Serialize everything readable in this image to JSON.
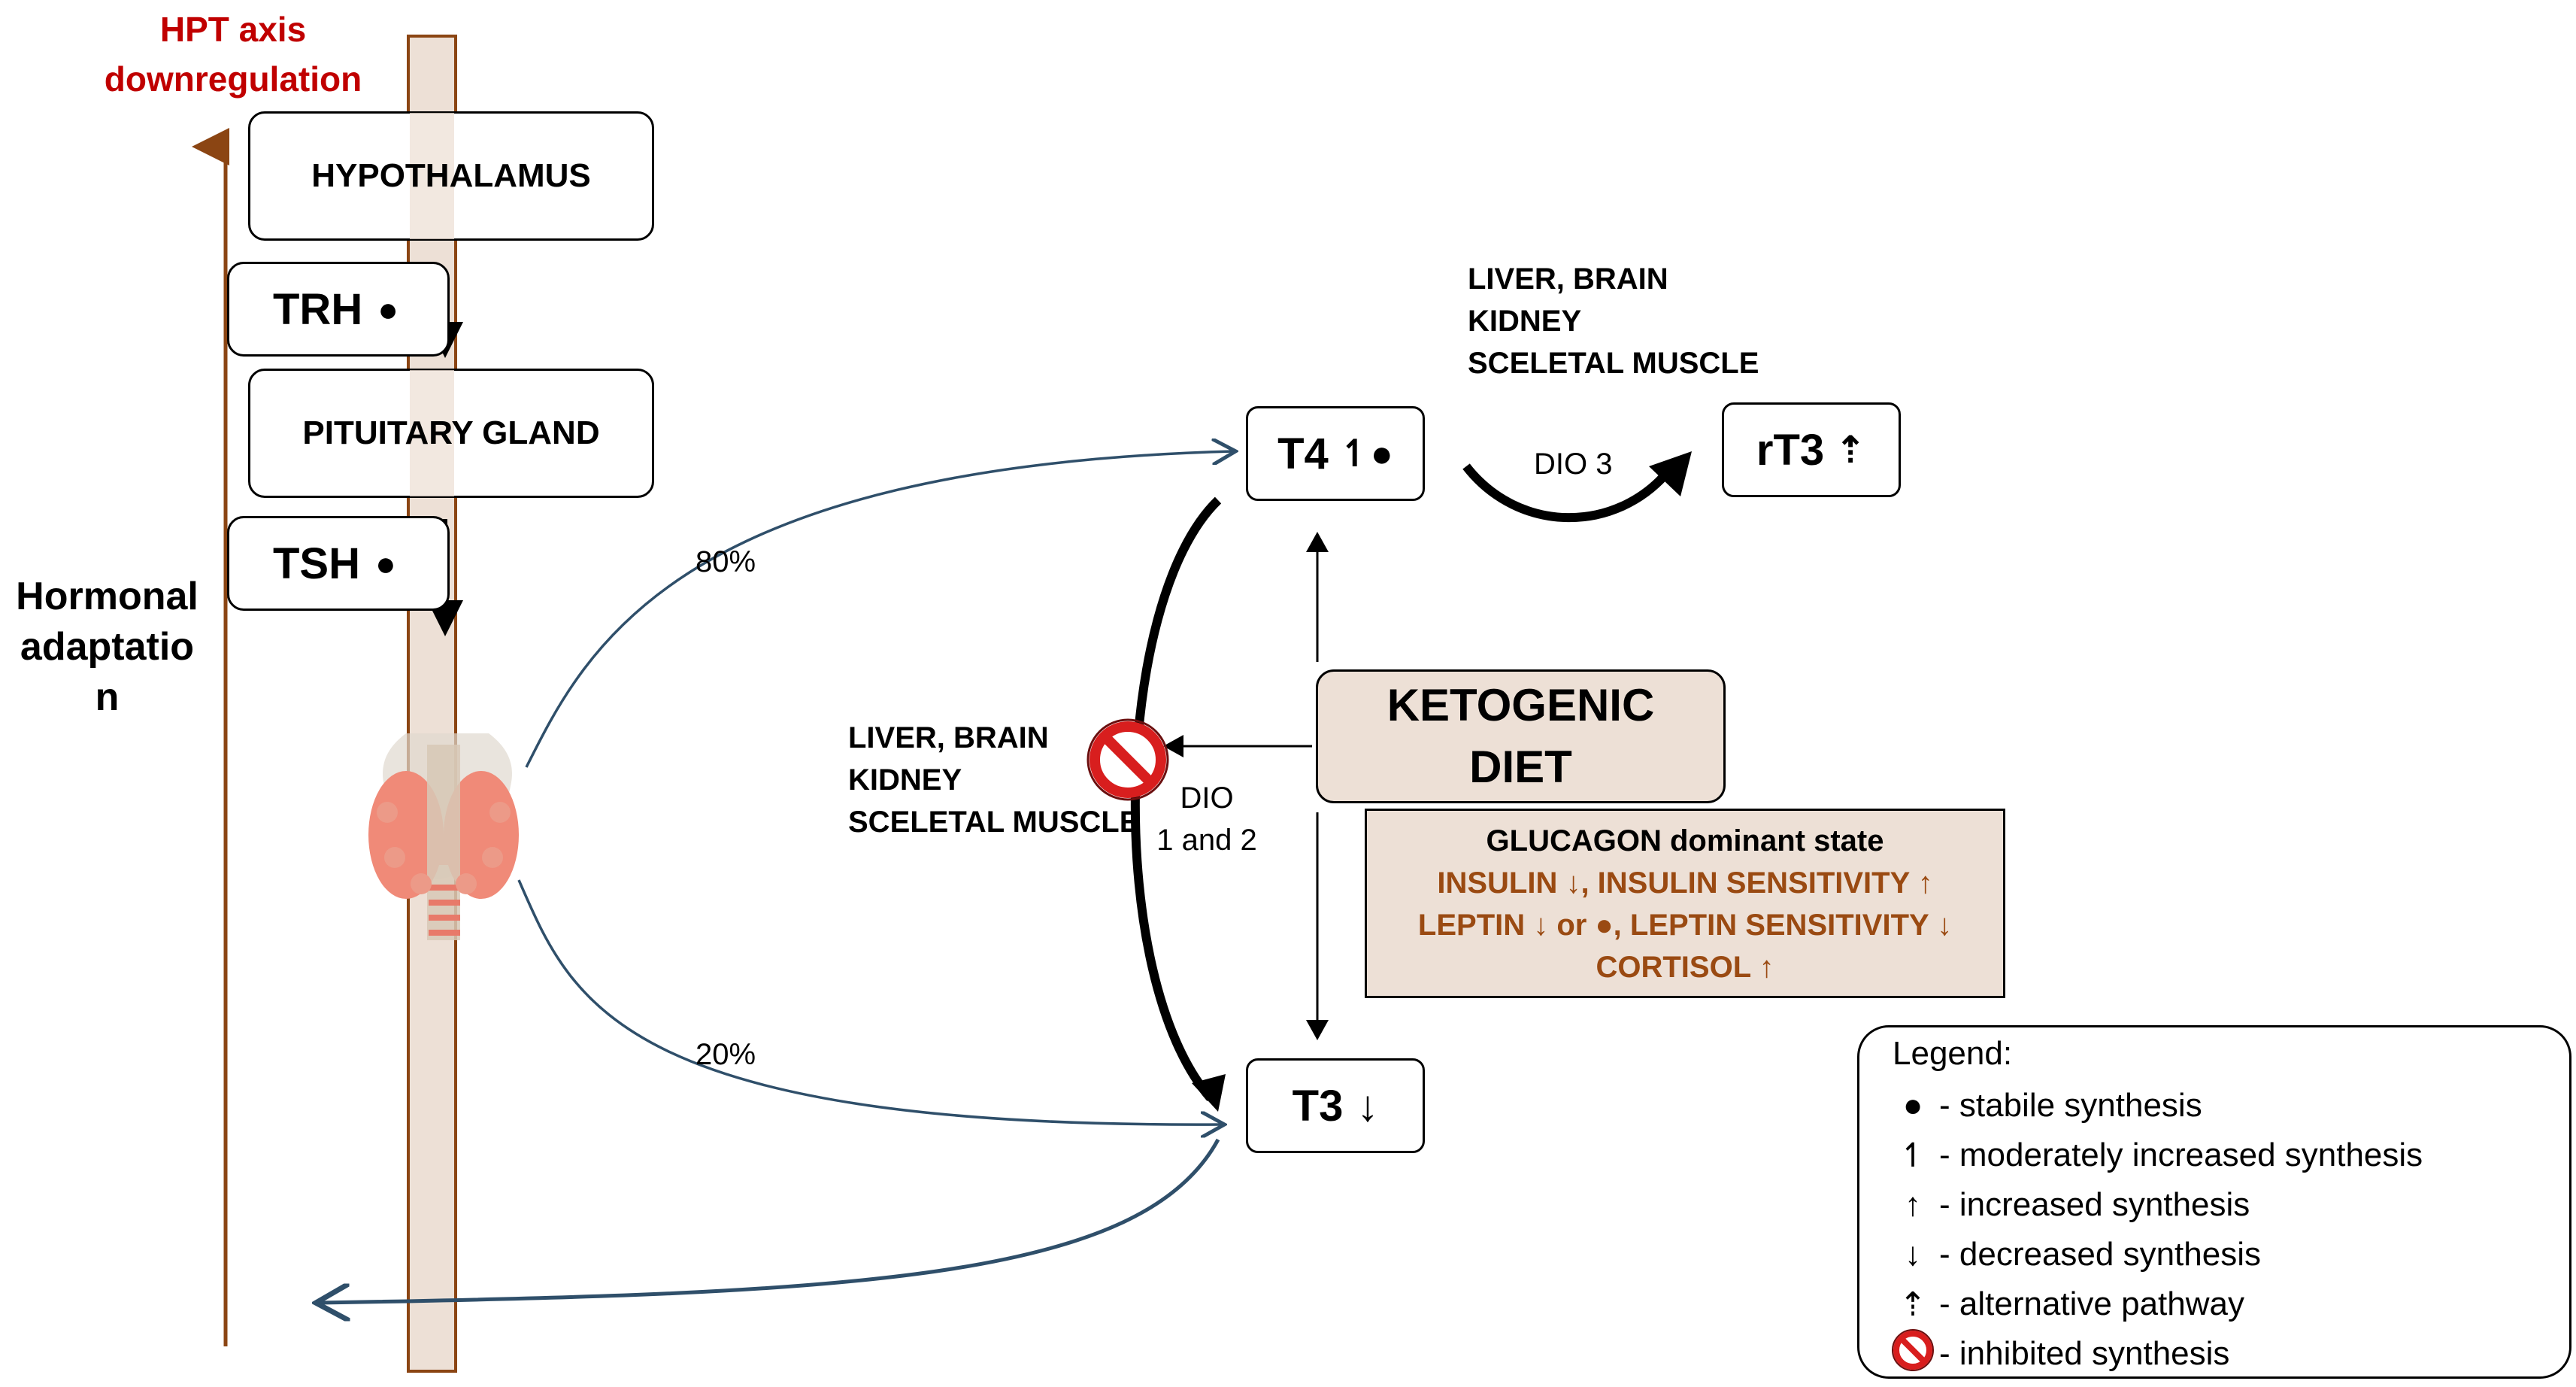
{
  "hpt_title_line1": "HPT axis",
  "hpt_title_line2": "downregulation",
  "hormonal_line1": "Hormonal",
  "hormonal_line2": "adaptatio",
  "hormonal_line3": "n",
  "hypothalamus": "HYPOTHALAMUS",
  "trh": "TRH",
  "trh_symbol": "●",
  "pituitary": "PITUITARY GLAND",
  "tsh": "TSH",
  "tsh_symbol": "●",
  "pct_80": "80%",
  "pct_20": "20%",
  "t4": "T4",
  "t4_symbols": "↿●",
  "t3": "T3",
  "t3_symbol": "↓",
  "rt3": "rT3",
  "rt3_symbol": "⇡",
  "dio3": "DIO 3",
  "tissues_top": [
    "LIVER, BRAIN",
    "KIDNEY",
    "SCELETAL MUSCLE"
  ],
  "tissues_left": [
    "LIVER, BRAIN",
    "KIDNEY",
    "SCELETAL MUSCLE"
  ],
  "dio12_line1": "DIO",
  "dio12_line2": "1 and 2",
  "keto_line1": "KETOGENIC",
  "keto_line2": "DIET",
  "glucagon": {
    "title": "GLUCAGON dominant state",
    "line1": "INSULIN ↓, INSULIN SENSITIVITY ↑",
    "line2": "LEPTIN ↓ or ●, LEPTIN SENSITIVITY ↓",
    "line3": "CORTISOL ↑"
  },
  "legend": {
    "title": "Legend:",
    "items": [
      {
        "symbol": "●",
        "text": "-  stabile synthesis"
      },
      {
        "symbol": "↿",
        "text": "- moderately increased synthesis"
      },
      {
        "symbol": "↑",
        "text": "- increased synthesis"
      },
      {
        "symbol": "↓",
        "text": "- decreased  synthesis"
      },
      {
        "symbol": "⇡",
        "text": "- alternative pathway"
      },
      {
        "symbol": "no-entry-icon",
        "text": " - inhibited synthesis"
      }
    ]
  },
  "colors": {
    "brown_text": "#9a4a12",
    "red_title": "#c00000",
    "axis_arrow": "#8b4513",
    "tan_fill": "#ede0d6",
    "tan_border": "#8b4513",
    "blue_curve": "#2f4f6a",
    "inhibit_red": "#d81e1e"
  }
}
